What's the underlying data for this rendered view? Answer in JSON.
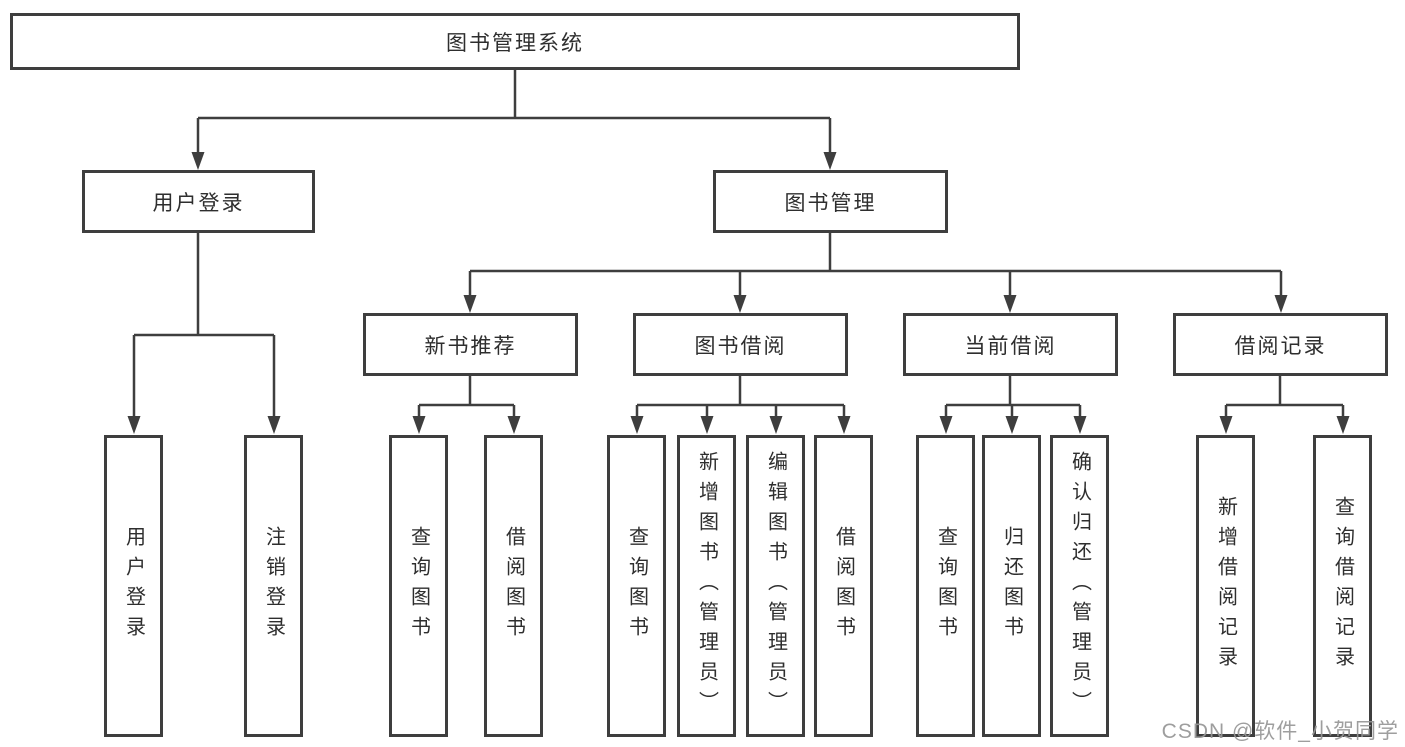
{
  "diagram": {
    "root": {
      "label": "图书管理系统"
    },
    "branches": [
      {
        "label": "用户登录",
        "children": [
          {
            "label": "用户登录"
          },
          {
            "label": "注销登录"
          }
        ]
      },
      {
        "label": "图书管理",
        "children": [
          {
            "label": "新书推荐",
            "children": [
              {
                "label": "查询图书"
              },
              {
                "label": "借阅图书"
              }
            ]
          },
          {
            "label": "图书借阅",
            "children": [
              {
                "label": "查询图书"
              },
              {
                "label": "新增图书（管理员）"
              },
              {
                "label": "编辑图书（管理员）"
              },
              {
                "label": "借阅图书"
              }
            ]
          },
          {
            "label": "当前借阅",
            "children": [
              {
                "label": "查询图书"
              },
              {
                "label": "归还图书"
              },
              {
                "label": "确认归还（管理员）"
              }
            ]
          },
          {
            "label": "借阅记录",
            "children": [
              {
                "label": "新增借阅记录"
              },
              {
                "label": "查询借阅记录"
              }
            ]
          }
        ]
      }
    ]
  },
  "watermark": {
    "text": "CSDN @软件_小贺同学",
    "color": "#969696"
  },
  "colors": {
    "node_border": "#3e3e3e",
    "node_fill": "#ffffff",
    "node_text": "#2e2e2e",
    "connector": "#3e3e3e",
    "background": "#ffffff"
  }
}
